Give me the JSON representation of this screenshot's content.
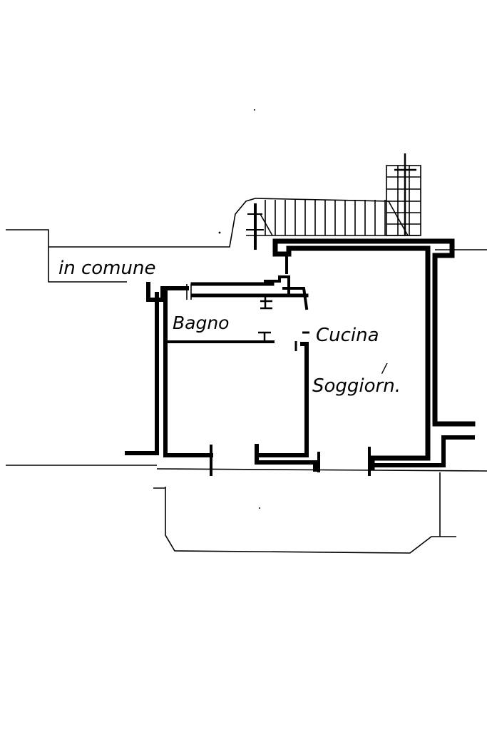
{
  "labels": {
    "common": "in comune",
    "bathroom": "Bagno",
    "kitchen": "Cucina",
    "slash": "/",
    "living": "Soggiorn."
  }
}
